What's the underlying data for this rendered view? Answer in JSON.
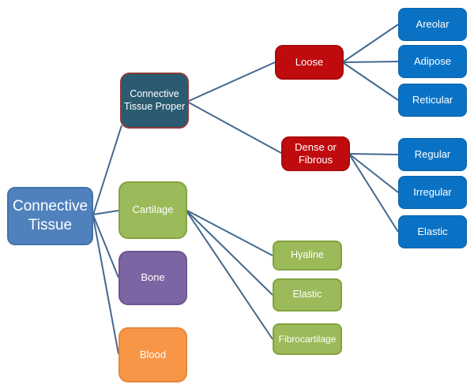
{
  "diagram_type": "hierarchy-tree",
  "nodes": {
    "root": {
      "label": "Connective Tissue"
    },
    "ct_proper": {
      "label": "Connective Tissue Proper"
    },
    "loose": {
      "label": "Loose"
    },
    "dense": {
      "label": "Dense or Fibrous"
    },
    "areolar": {
      "label": "Areolar"
    },
    "adipose": {
      "label": "Adipose"
    },
    "reticular": {
      "label": "Reticular"
    },
    "regular": {
      "label": "Regular"
    },
    "irregular": {
      "label": "Irregular"
    },
    "elastic_dense": {
      "label": "Elastic"
    },
    "cartilage": {
      "label": "Cartilage"
    },
    "hyaline": {
      "label": "Hyaline"
    },
    "elastic_cartilage": {
      "label": "Elastic"
    },
    "fibrocartilage": {
      "label": "Fibrocartilage"
    },
    "bone": {
      "label": "Bone"
    },
    "blood": {
      "label": "Blood"
    }
  },
  "hierarchy": {
    "Connective Tissue": {
      "Connective Tissue Proper": {
        "Loose": [
          "Areolar",
          "Adipose",
          "Reticular"
        ],
        "Dense or Fibrous": [
          "Regular",
          "Irregular",
          "Elastic"
        ]
      },
      "Cartilage": [
        "Hyaline",
        "Elastic",
        "Fibrocartilage"
      ],
      "Bone": [],
      "Blood": []
    }
  },
  "colors": {
    "root_fill": "#4F81BD",
    "proper_fill": "#2A5B70",
    "proper_border": "#8E3B39",
    "red_fill": "#C00B0E",
    "blue_leaf_fill": "#0A72C4",
    "green_fill": "#9BBA59",
    "purple_fill": "#7D64A3",
    "orange_fill": "#F79646",
    "connector": "#44688F"
  }
}
